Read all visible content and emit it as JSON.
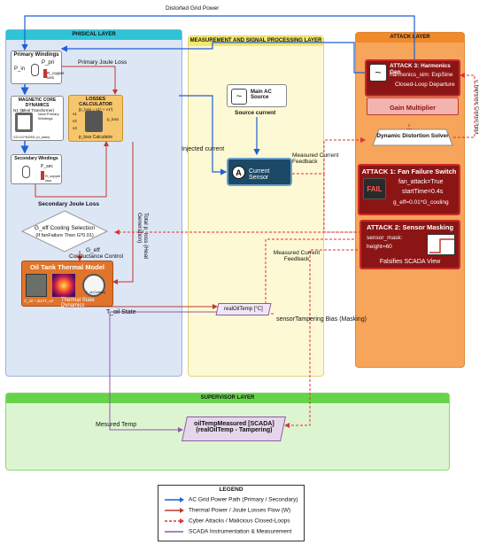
{
  "top_label": "Distorted Grid Power",
  "layers": {
    "physical": "PHISICAL LAYER",
    "measurement": "MEASUREMENT AND SIGNAL PROCESSING LAYER",
    "attack": "ATTACK LAYER",
    "supervisor": "SUPERVISOR LAYER"
  },
  "physical": {
    "primary": {
      "title": "Primary Windings",
      "p_in": "P_in",
      "p_pri": "P_pri",
      "r_loss": "R_copper loss"
    },
    "core": {
      "title": "MAGNETIC CORE DYNAMICS",
      "subtitle": "(Ideal Transformer)",
      "ratio": "N1 : 1",
      "caption": "Ideal Primary Windings",
      "formula": "V2=V1*N2/N1 (n_ratio)"
    },
    "losses": {
      "title": "LOSSES CALCULATOR",
      "formula": "(p_loss = v1² + v1²)",
      "v1": "v1",
      "v2": "v2",
      "v3": "v3",
      "out": "p_loss",
      "caption": "p_loss Calculator"
    },
    "secondary": {
      "title": "Secondary Windings",
      "p_sec": "P_sec",
      "r_loss": "R_copper loss"
    },
    "primary_joule": "Primary Joule Loss",
    "secondary_joule": "Secondary Joule Loss",
    "cooling": {
      "line1": "G_eff Cooling Selection",
      "line2": "(If fanFailure Then G*0.01)"
    },
    "geff": "G_eff",
    "conductance": "Conductance Control",
    "total_loss": "Total p_loss (Heat Generation)",
    "thermal": {
      "title": "Oil Tank Thermal Model",
      "caption1": "C_oil * dcn/T_oil",
      "caption2": "Thermal State Dynamics",
      "gauge": "T_oil (Celsius)"
    },
    "t_oil_state": "T_oil State"
  },
  "measurement": {
    "ac_source": "Main AC Source",
    "source_current": "Source current",
    "injected": "Injected current",
    "sensor": "Current Sensor",
    "sensor_glyph": "A",
    "measured1": "Measured Current Feedback",
    "measured2": "Measured Current Feedback",
    "real_oil": "realOilTemp [°C]",
    "tampering_bias": "sensorTampering Bias (Masking)"
  },
  "attack": {
    "harmonics": {
      "title": "ATTACK 3: Harmonics Gen",
      "line1": "harmonics_sim: ExpSine",
      "line2": "Closed-Loop Departure"
    },
    "gain": "Gain Multiplier",
    "distortion": "Dynamic Distortion Solver",
    "control_input": "v_harmonic Control Input",
    "fan": {
      "title": "ATTACK 1: Fan Failure Switch",
      "badge": "FAIL",
      "line1": "fan_attack=True",
      "line2": "startTime=0.4s",
      "line3": "g_eff=0.01*G_cooling"
    },
    "sensor_mask": {
      "title": "ATTACK 2: Sensor Masking",
      "line1": "sensor_mask:",
      "line2": "height=60",
      "caption": "Falsifies SCADA View"
    }
  },
  "supervisor": {
    "measured_temp": "Mesured Temp",
    "scada_line1": "oilTempMeasured [SCADA]",
    "scada_line2": "(realOilTemp - Tampering)"
  },
  "legend": {
    "title": "LEGEND",
    "items": [
      {
        "label": "AC Grid Power Path (Primary / Secondary)",
        "color": "#1f5fd6",
        "style": "solid"
      },
      {
        "label": "Thermal Power / Joule Losses Flow (W)",
        "color": "#c0392b",
        "style": "solid"
      },
      {
        "label": "Cyber Attacks / Malicious Closed-Loops",
        "color": "#e03131",
        "style": "dashed"
      },
      {
        "label": "SCADA Instrumentation & Measurement",
        "color": "#8e5aa6",
        "style": "solid"
      }
    ]
  },
  "colors": {
    "physical_bg": "#dde6f5",
    "physical_head": "#2ec4d6",
    "measurement_bg": "#fdf9d4",
    "measurement_head": "#f5e86a",
    "attack_bg": "#f6a55a",
    "attack_head": "#f08a2a",
    "supervisor_bg": "#dcf5d0",
    "supervisor_head": "#67d34a"
  }
}
